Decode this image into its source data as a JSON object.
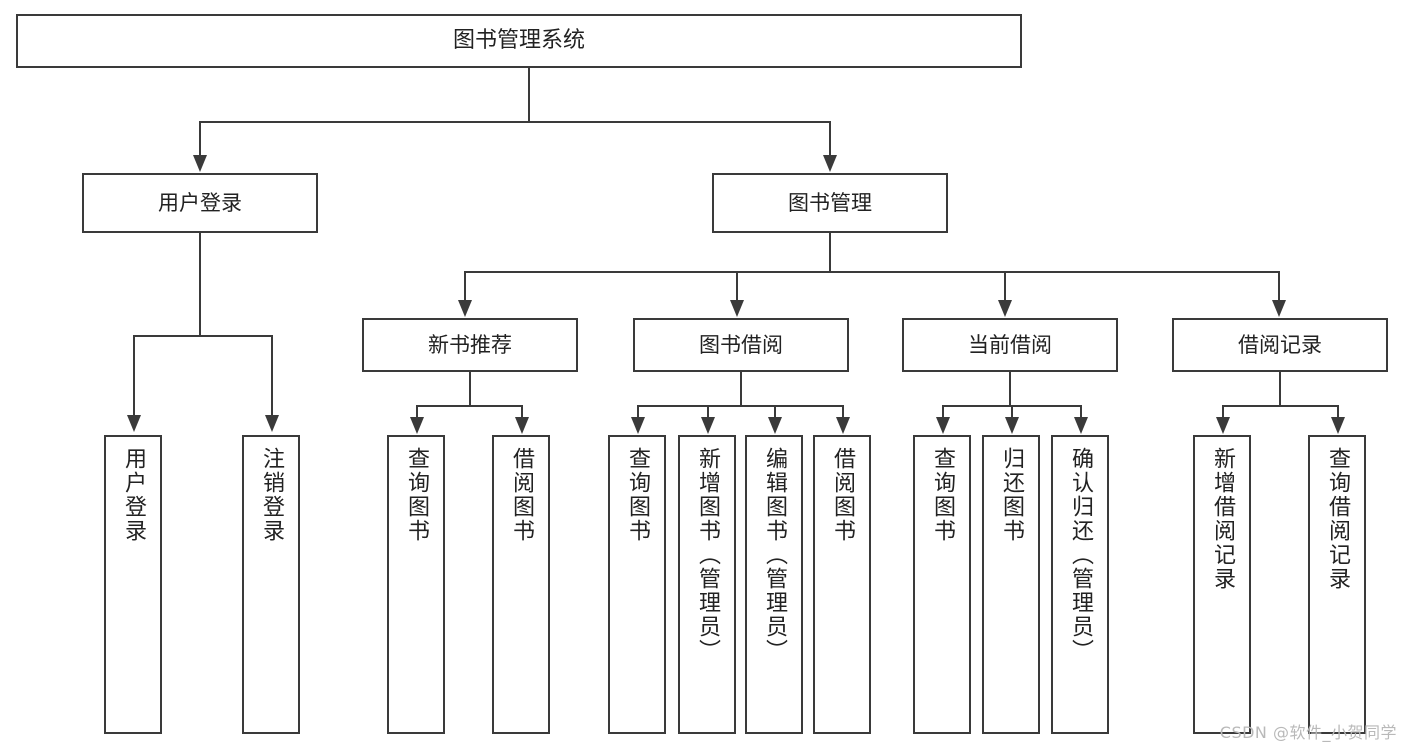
{
  "diagram": {
    "type": "tree",
    "title": "图书管理系统",
    "root": {
      "label": "图书管理系统"
    },
    "level1": [
      {
        "label": "用户登录"
      },
      {
        "label": "图书管理"
      }
    ],
    "level2": [
      {
        "label": "新书推荐"
      },
      {
        "label": "图书借阅"
      },
      {
        "label": "当前借阅"
      },
      {
        "label": "借阅记录"
      }
    ],
    "leaves": {
      "user_login": [
        {
          "label": "用户登录"
        },
        {
          "label": "注销登录"
        }
      ],
      "new_book_recommend": [
        {
          "label": "查询图书"
        },
        {
          "label": "借阅图书"
        }
      ],
      "book_borrow": [
        {
          "label": "查询图书"
        },
        {
          "label": "新增图书（管理员）"
        },
        {
          "label": "编辑图书（管理员）"
        },
        {
          "label": "借阅图书"
        }
      ],
      "current_borrow": [
        {
          "label": "查询图书"
        },
        {
          "label": "归还图书"
        },
        {
          "label": "确认归还（管理员）"
        }
      ],
      "borrow_records": [
        {
          "label": "新增借阅记录"
        },
        {
          "label": "查询借阅记录"
        }
      ]
    }
  },
  "watermark": {
    "text": "CSDN @软件_小贺同学"
  },
  "colors": {
    "stroke": "#3a3a3a",
    "background": "#ffffff",
    "text": "#222222",
    "watermark": "#b9b9b9"
  }
}
